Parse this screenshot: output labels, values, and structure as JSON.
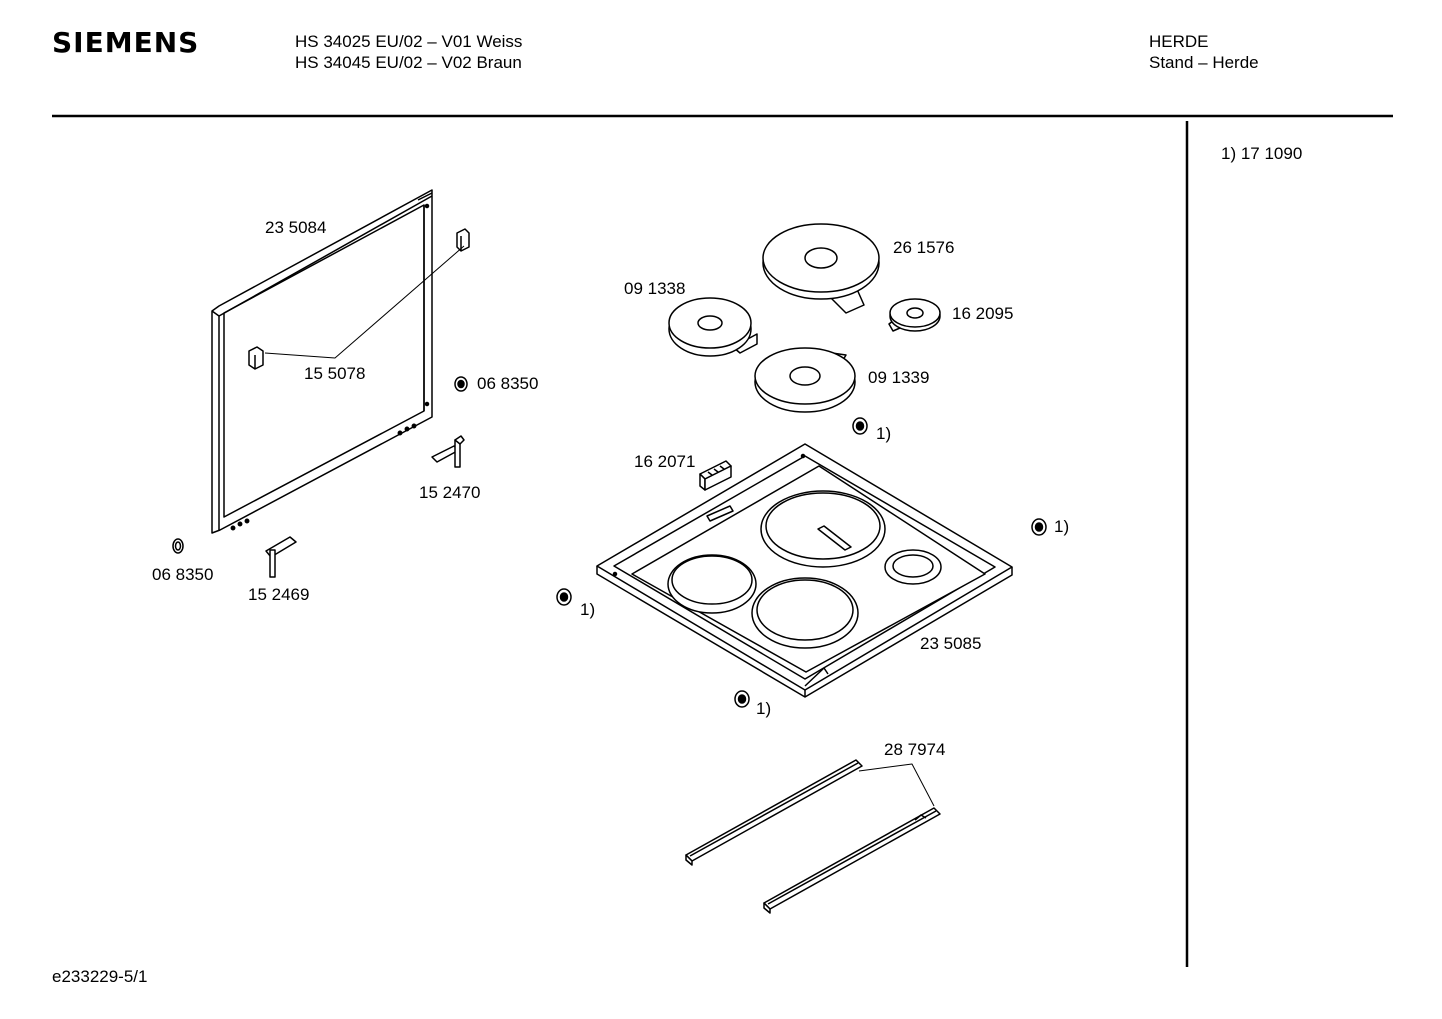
{
  "header": {
    "brand": "SIEMENS",
    "model_line_1": "HS 34025 EU/02 – V01 Weiss",
    "model_line_2": "HS 34045 EU/02 – V02 Braun",
    "category_line_1": "HERDE",
    "category_line_2": "Stand – Herde"
  },
  "footnote": "1) 17 1090",
  "footer_id": "e233229-5/1",
  "part_labels": {
    "frame": "23 5084",
    "clip": "15 5078",
    "grommet_right": "06 8350",
    "grommet_left": "06 8350",
    "hinge_right": "15 2470",
    "hinge_left": "15 2469",
    "hotplate_large": "26 1576",
    "hotplate_left": "09 1338",
    "hotplate_small": "16 2095",
    "hotplate_front": "09 1339",
    "bracket": "16 2071",
    "hob_top": "23 5085",
    "rails": "28 7974",
    "ref_1": "1)",
    "ref_2": "1)",
    "ref_3": "1)",
    "ref_4": "1)"
  }
}
